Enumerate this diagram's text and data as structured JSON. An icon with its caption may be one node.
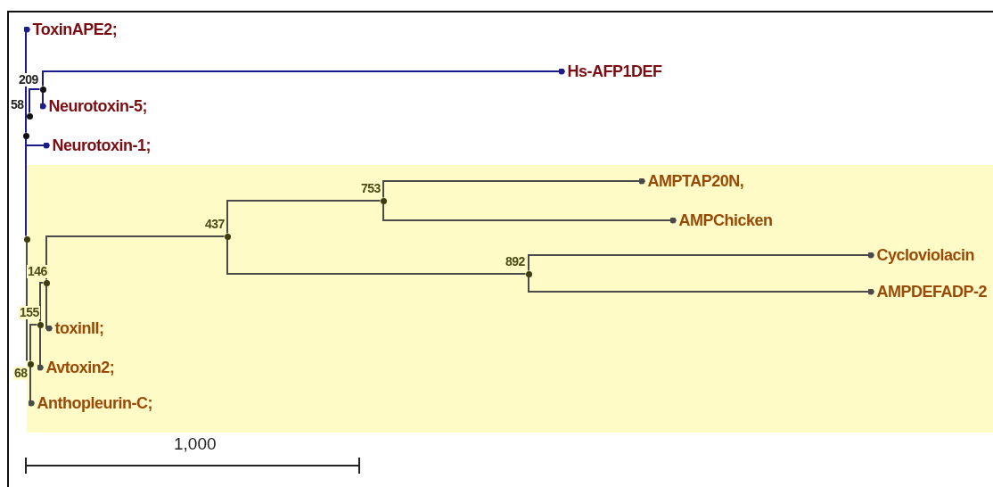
{
  "diagram": {
    "nodes": [
      {
        "text": [
          "ToxinAPE2;"
        ]
      },
      {
        "text": [
          "Hs-AFP1DEF"
        ]
      },
      {
        "text": [
          "Neurotoxin-5;"
        ]
      },
      {
        "text": [
          "Neurotoxin-1;"
        ]
      },
      {
        "text": [
          "AMPTAP20N,"
        ]
      },
      {
        "text": [
          "AMPChicken"
        ]
      },
      {
        "text": [
          "Cycloviolacin"
        ]
      },
      {
        "text": [
          "AMPDEFADP-2"
        ]
      },
      {
        "text": [
          "toxinII;"
        ]
      },
      {
        "text": [
          "Avtoxin2;"
        ]
      },
      {
        "text": [
          "Anthopleurin-C;"
        ]
      },
      {
        "text": [],
        "shape": "circle",
        "beside": [
          "209"
        ]
      },
      {
        "text": [],
        "shape": "circle",
        "beside": [
          "58"
        ]
      },
      {
        "text": [],
        "shape": "circle"
      },
      {
        "text": [],
        "shape": "circle",
        "beside": [
          "753"
        ]
      },
      {
        "text": [],
        "shape": "circle",
        "beside": [
          "437"
        ]
      },
      {
        "text": [],
        "shape": "circle"
      },
      {
        "text": [],
        "shape": "circle",
        "beside": [
          "892"
        ]
      },
      {
        "text": [],
        "shape": "circle",
        "beside": [
          "146"
        ]
      },
      {
        "text": [],
        "shape": "circle",
        "beside": [
          "155"
        ]
      },
      {
        "text": [],
        "shape": "circle",
        "beside": [
          "68"
        ]
      }
    ],
    "edges": [
      {
        "from": 13,
        "to": 0,
        "arrow": "other",
        "color": "#1c1c8a"
      },
      {
        "from": 13,
        "to": 12,
        "arrow": "none",
        "color": "#1c1c8a"
      },
      {
        "from": 12,
        "to": 11,
        "arrow": "none",
        "color": "#1c1c8a"
      },
      {
        "from": 11,
        "to": 1,
        "arrow": "other",
        "color": "#1c1c8a"
      },
      {
        "from": 11,
        "to": 2,
        "arrow": "other",
        "color": "#1c1c8a"
      },
      {
        "from": 13,
        "to": 3,
        "arrow": "other",
        "color": "#1c1c8a"
      },
      {
        "from": 13,
        "to": 16,
        "arrow": "none",
        "color": "#1c1c8a"
      },
      {
        "from": 16,
        "to": 20,
        "arrow": "none"
      },
      {
        "from": 20,
        "to": 19,
        "arrow": "none"
      },
      {
        "from": 20,
        "to": 10,
        "arrow": "other"
      },
      {
        "from": 19,
        "to": 9,
        "arrow": "other"
      },
      {
        "from": 19,
        "to": 18,
        "arrow": "none"
      },
      {
        "from": 18,
        "to": 8,
        "arrow": "other"
      },
      {
        "from": 18,
        "to": 15,
        "arrow": "none"
      },
      {
        "from": 15,
        "to": 14,
        "arrow": "none"
      },
      {
        "from": 15,
        "to": 17,
        "arrow": "none"
      },
      {
        "from": 14,
        "to": 4,
        "arrow": "other"
      },
      {
        "from": 14,
        "to": 5,
        "arrow": "other"
      },
      {
        "from": 17,
        "to": 6,
        "arrow": "other"
      },
      {
        "from": 17,
        "to": 7,
        "arrow": "other"
      }
    ],
    "labels": [
      "1,000"
    ]
  }
}
